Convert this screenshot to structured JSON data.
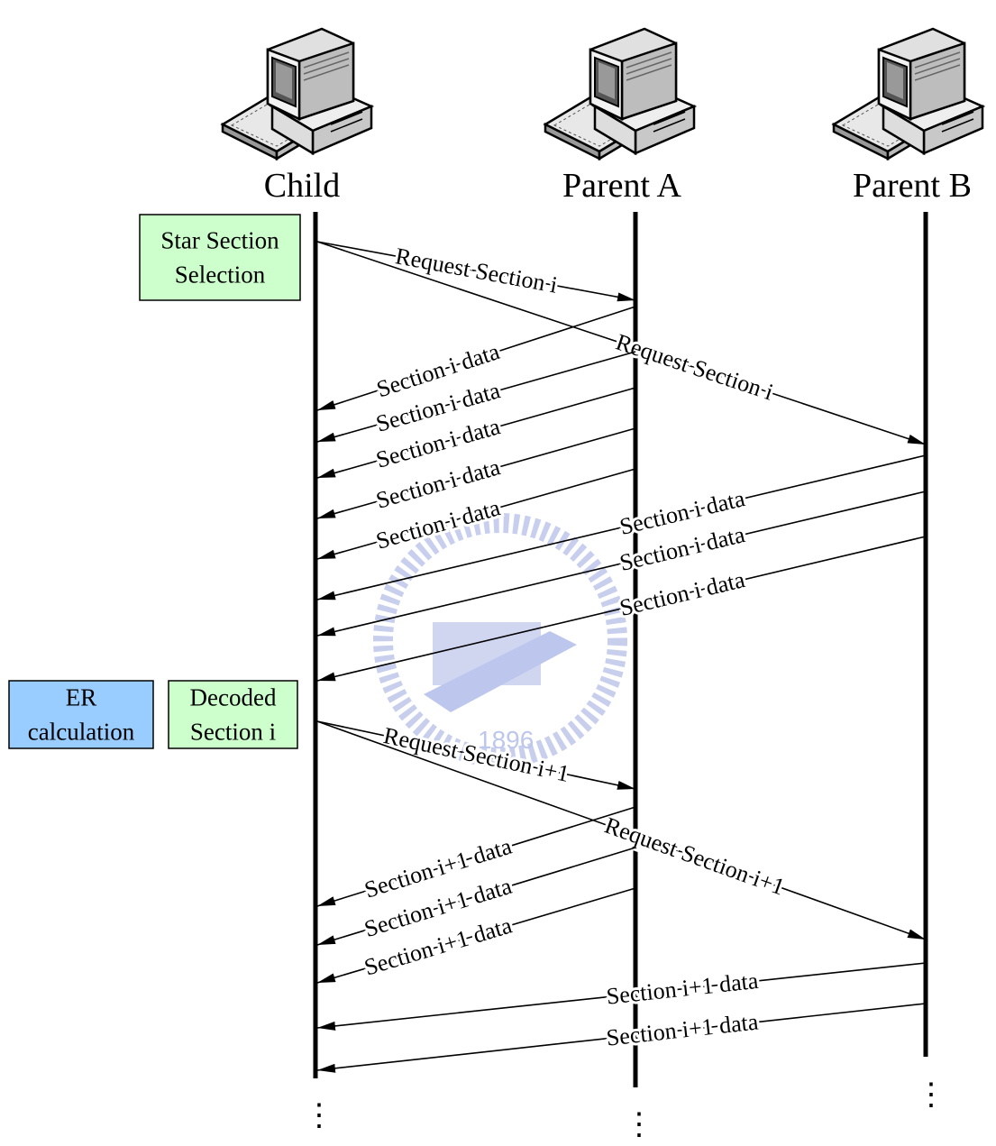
{
  "nodes": [
    {
      "id": "child",
      "label": "Child",
      "icon": "desktop-computer-icon"
    },
    {
      "id": "parentA",
      "label": "Parent A",
      "icon": "desktop-computer-icon"
    },
    {
      "id": "parentB",
      "label": "Parent B",
      "icon": "desktop-computer-icon"
    }
  ],
  "boxes": [
    {
      "id": "star-section",
      "lines": [
        "Star Section",
        "Selection"
      ],
      "fill": "#ccffcc"
    },
    {
      "id": "er-calc",
      "lines": [
        "ER",
        "calculation"
      ],
      "fill": "#99ccff"
    },
    {
      "id": "decoded",
      "lines": [
        "Decoded",
        "Section i"
      ],
      "fill": "#ccffcc"
    }
  ],
  "messages": [
    {
      "from": "child",
      "to": "parentA",
      "label": "Request Section i"
    },
    {
      "from": "child",
      "to": "parentB",
      "label": "Request Section i"
    },
    {
      "from": "parentA",
      "to": "child",
      "label": "Section i data"
    },
    {
      "from": "parentA",
      "to": "child",
      "label": "Section i data"
    },
    {
      "from": "parentA",
      "to": "child",
      "label": "Section i data"
    },
    {
      "from": "parentA",
      "to": "child",
      "label": "Section i data"
    },
    {
      "from": "parentA",
      "to": "child",
      "label": "Section i data"
    },
    {
      "from": "parentB",
      "to": "child",
      "label": "Section i data"
    },
    {
      "from": "parentB",
      "to": "child",
      "label": "Section i data"
    },
    {
      "from": "parentB",
      "to": "child",
      "label": "Section i data"
    },
    {
      "from": "child",
      "to": "parentA",
      "label": "Request Section i+1"
    },
    {
      "from": "child",
      "to": "parentB",
      "label": "Request Section i+1"
    },
    {
      "from": "parentA",
      "to": "child",
      "label": "Section i+1 data"
    },
    {
      "from": "parentA",
      "to": "child",
      "label": "Section i+1 data"
    },
    {
      "from": "parentA",
      "to": "child",
      "label": "Section i+1 data"
    },
    {
      "from": "parentB",
      "to": "child",
      "label": "Section i+1 data"
    },
    {
      "from": "parentB",
      "to": "child",
      "label": "Section i+1 data"
    }
  ],
  "continuation": "⋮",
  "watermark": {
    "text": "1896",
    "color": "#8899dd"
  }
}
